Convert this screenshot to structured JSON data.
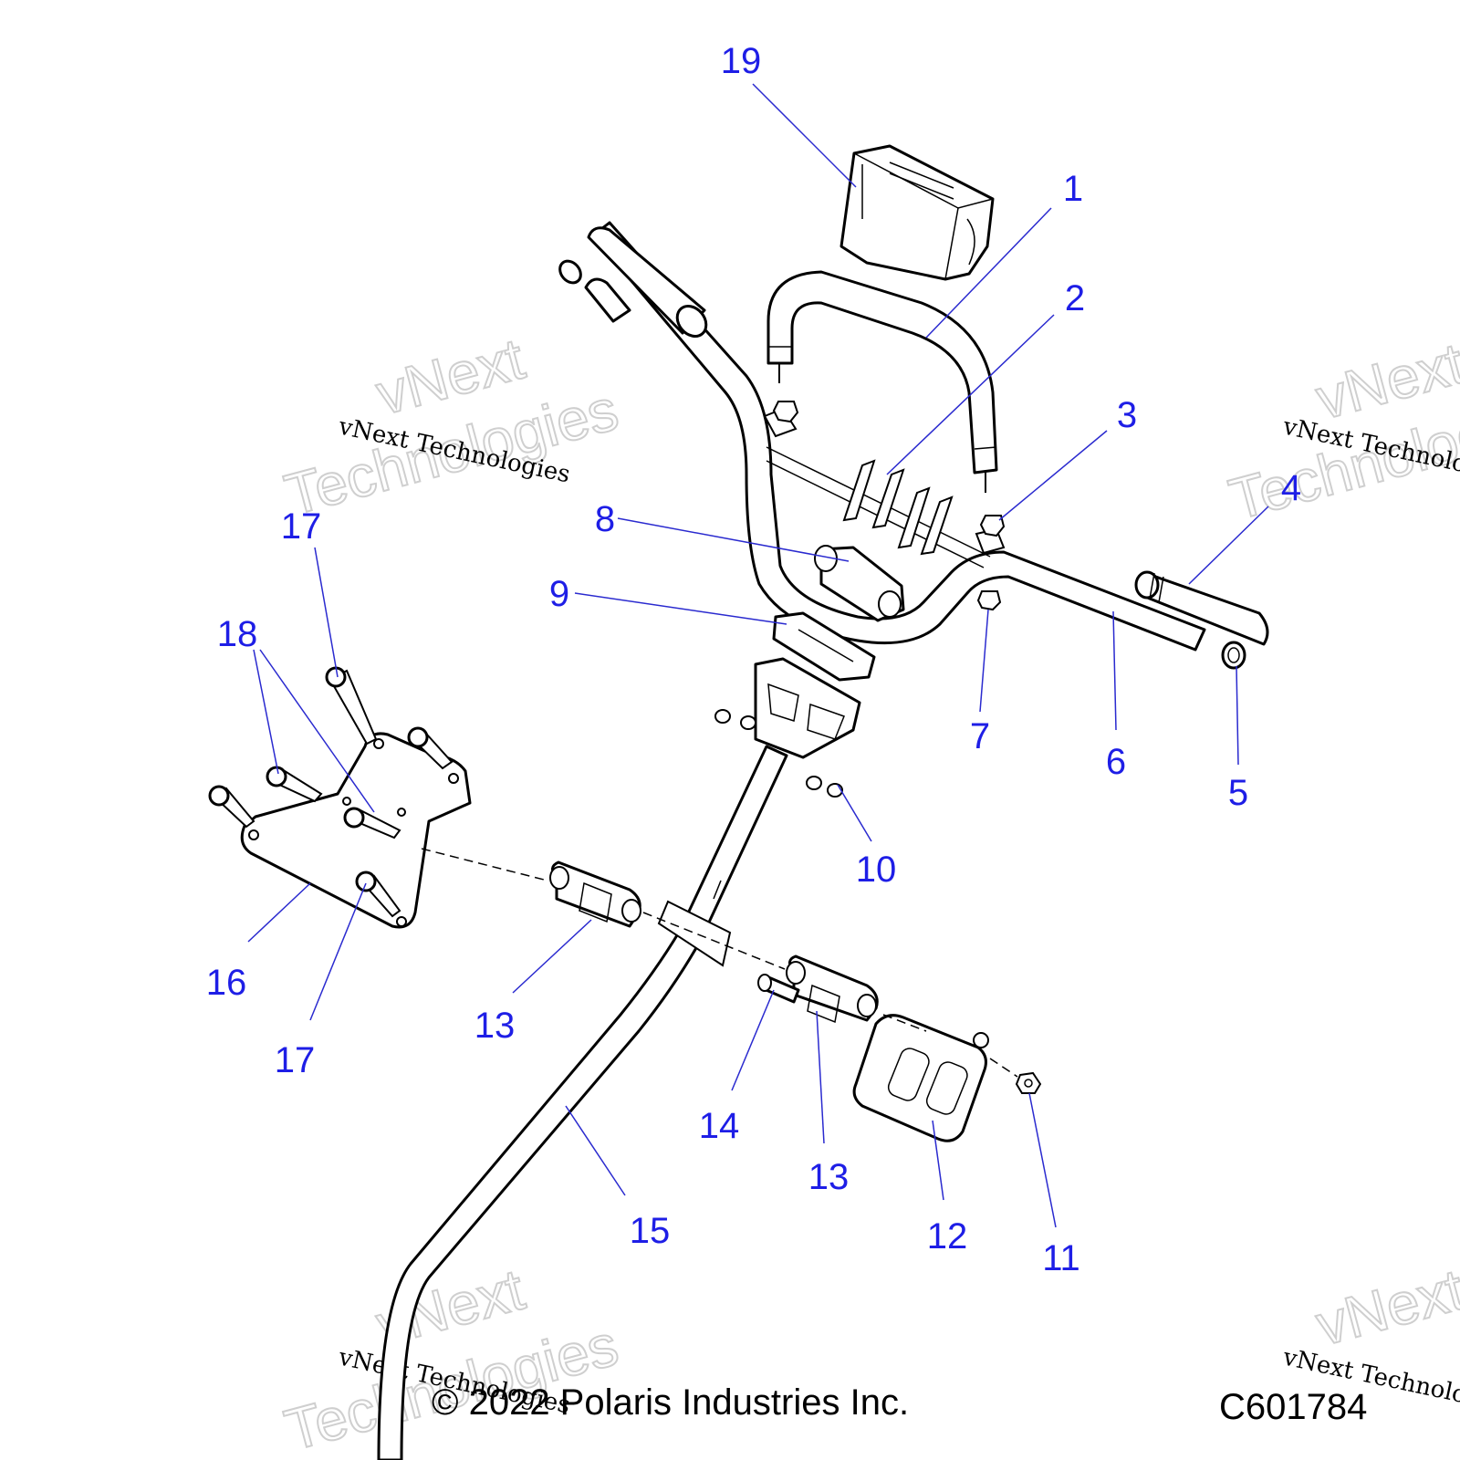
{
  "callouts": [
    {
      "id": "19",
      "label": "19"
    },
    {
      "id": "1",
      "label": "1"
    },
    {
      "id": "2",
      "label": "2"
    },
    {
      "id": "3",
      "label": "3"
    },
    {
      "id": "4",
      "label": "4"
    },
    {
      "id": "5",
      "label": "5"
    },
    {
      "id": "6",
      "label": "6"
    },
    {
      "id": "7",
      "label": "7"
    },
    {
      "id": "8",
      "label": "8"
    },
    {
      "id": "9",
      "label": "9"
    },
    {
      "id": "10",
      "label": "10"
    },
    {
      "id": "11",
      "label": "11"
    },
    {
      "id": "12",
      "label": "12"
    },
    {
      "id": "13a",
      "label": "13"
    },
    {
      "id": "13b",
      "label": "13"
    },
    {
      "id": "14",
      "label": "14"
    },
    {
      "id": "15",
      "label": "15"
    },
    {
      "id": "16",
      "label": "16"
    },
    {
      "id": "17a",
      "label": "17"
    },
    {
      "id": "17b",
      "label": "17"
    },
    {
      "id": "18",
      "label": "18"
    }
  ],
  "watermark": {
    "small_text": "vNext Technologies",
    "big_line1": "vNext",
    "big_line2": "Technologies"
  },
  "footer": {
    "copyright": "© 2022 Polaris Industries Inc.",
    "drawing_number": "C601784"
  },
  "colors": {
    "callout": "#1e1ee6",
    "line_art": "#000000",
    "background": "#ffffff"
  }
}
